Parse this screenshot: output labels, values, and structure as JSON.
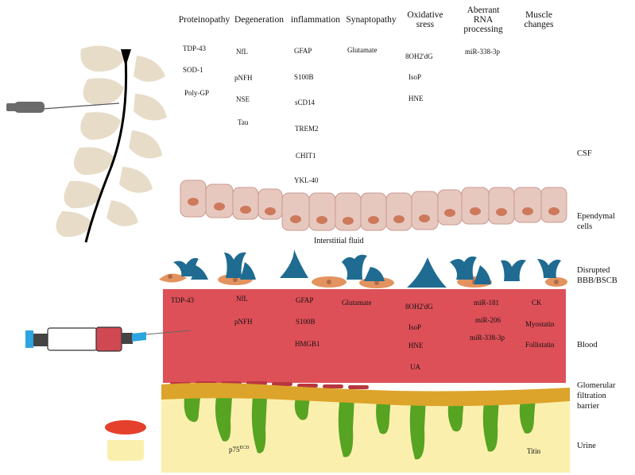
{
  "headers": [
    {
      "label": "Proteinopathy"
    },
    {
      "label": "Degeneration"
    },
    {
      "label": "inflammation"
    },
    {
      "label": "Synaptopathy"
    },
    {
      "label": "Oxidative\nsress"
    },
    {
      "label": "Aberrant\nRNA\nprocessing"
    },
    {
      "label": "Muscle\nchanges"
    }
  ],
  "csf_markers": {
    "proteinopathy": [
      "TDP-43",
      "SOD-1",
      "Poly-GP"
    ],
    "degeneration": [
      "NfL",
      "pNFH",
      "NSE",
      "Tau"
    ],
    "inflammation": [
      "GFAP",
      "S100B",
      "sCD14",
      "TREM2",
      "CHIT1",
      "YKL-40"
    ],
    "synaptopathy": [
      "Glutamate"
    ],
    "oxidative": [
      "8OH2'dG",
      "IsoP",
      "HNE"
    ],
    "rna": [
      "miR-338-3p"
    ]
  },
  "blood_markers": {
    "proteinopathy": [
      "TDP-43"
    ],
    "degeneration": [
      "NfL",
      "pNFH"
    ],
    "inflammation": [
      "GFAP",
      "S100B",
      "HMGB1"
    ],
    "synaptopathy": [
      "Glutamate"
    ],
    "oxidative": [
      "8OH2'dG",
      "IsoP",
      "HNE",
      "UA"
    ],
    "rna": [
      "miR-181",
      "miR-206",
      "miR-338-3p"
    ],
    "muscle": [
      "CK",
      "Myostatin",
      "Follistatin"
    ]
  },
  "urine_markers": {
    "p75_base": "p75",
    "p75_sup": "ECD",
    "titin": "Titin"
  },
  "interstitial_label": "Interstitial fluid",
  "row_labels": {
    "csf": "CSF",
    "ependymal": "Ependymal\ncells",
    "bbb": "Disrupted\nBBB/BSCB",
    "blood": "Blood",
    "gfb": "Glomerular\nfiltration\nbarrier",
    "urine": "Urine"
  },
  "colors": {
    "blood": "#de5058",
    "ependymal": "#e7c8bf",
    "nucleus": "#cd7a5c",
    "astrocyte": "#1f6b91",
    "pericyte": "#e3935f",
    "glomerular": "#dca42a",
    "villi": "#57a322",
    "urine": "#fbefad",
    "vertebra": "#e6dcc8",
    "cap_red": "#e5402c",
    "syringe_blue": "#2ca4df"
  }
}
